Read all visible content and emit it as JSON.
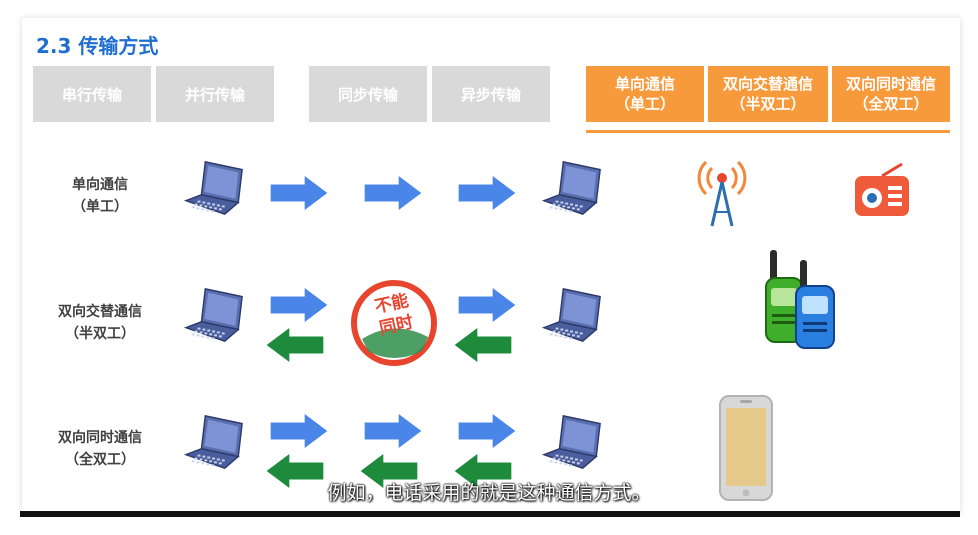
{
  "title": "2.3 传输方式",
  "top_tabs": {
    "serial": "串行传输",
    "parallel": "并行传输",
    "sync": "同步传输",
    "async": "异步传输",
    "simplex": {
      "line1": "单向通信",
      "line2": "（单工）"
    },
    "half_duplex": {
      "line1": "双向交替通信",
      "line2": "（半双工）"
    },
    "full_duplex": {
      "line1": "双向同时通信",
      "line2": "（全双工）"
    }
  },
  "rows": {
    "simplex": {
      "line1": "单向通信",
      "line2": "（单工）"
    },
    "half_duplex": {
      "line1": "双向交替通信",
      "line2": "（半双工）"
    },
    "full_duplex": {
      "line1": "双向同时通信",
      "line2": "（全双工）"
    }
  },
  "badge": {
    "line1": "不能",
    "line2": "同时"
  },
  "subtitle": "例如，电话采用的就是这种通信方式。",
  "colors": {
    "title": "#1f6fd1",
    "orange": "#f79a3b",
    "gray": "#d9d9d9",
    "blue_arrow": "#4a86e8",
    "green_arrow": "#1e8a3c",
    "badge_red": "#e8452f"
  },
  "icons": [
    "laptop-icon",
    "right-arrow-icon",
    "left-arrow-icon",
    "radio-tower-icon",
    "radio-icon",
    "walkie-talkie-icon",
    "phone-icon",
    "no-simultaneous-badge"
  ]
}
